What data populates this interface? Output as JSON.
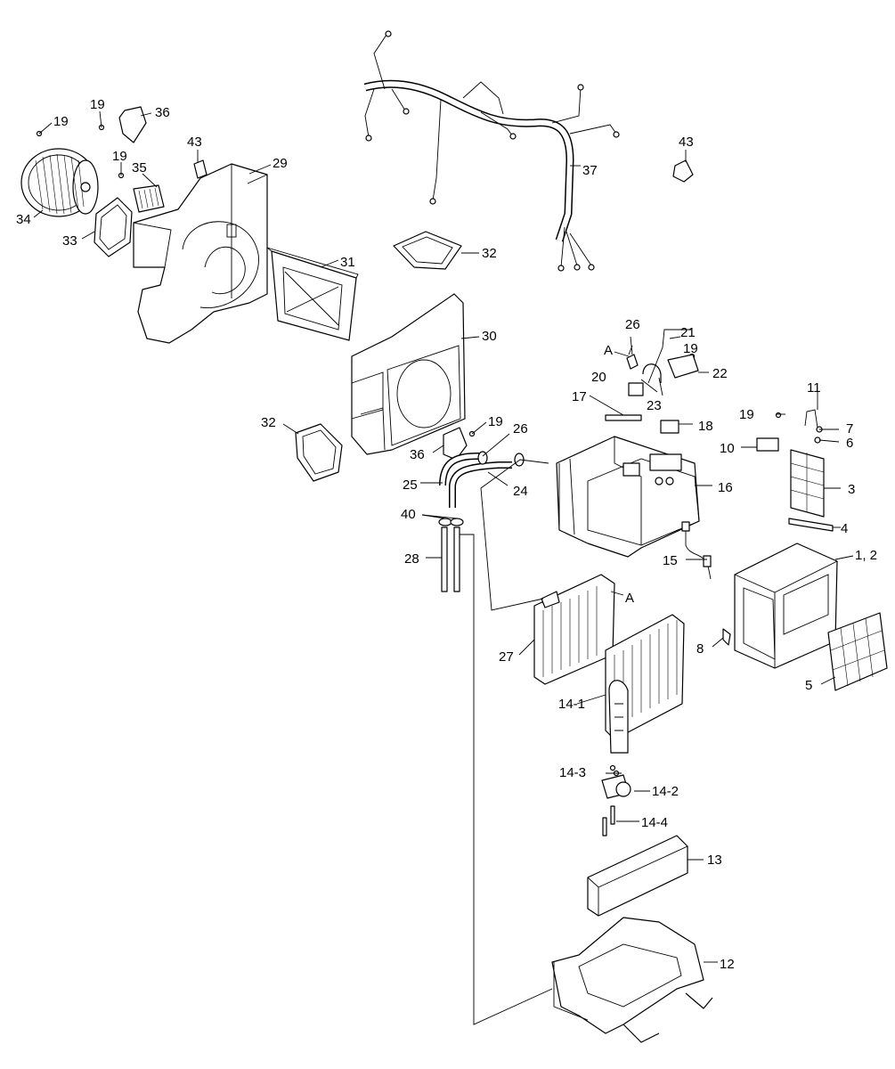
{
  "labels": {
    "p1_2": "1, 2",
    "p3": "3",
    "p4": "4",
    "p5": "5",
    "p6": "6",
    "p7": "7",
    "p8": "8",
    "p10": "10",
    "p11": "11",
    "p12": "12",
    "p13": "13",
    "p14_1": "14-1",
    "p14_2": "14-2",
    "p14_3": "14-3",
    "p14_4": "14-4",
    "p15": "15",
    "p16": "16",
    "p17": "17",
    "p18": "18",
    "p19_a": "19",
    "p19_b": "19",
    "p19_c": "19",
    "p19_d": "19",
    "p19_e": "19",
    "p20": "20",
    "p21": "21",
    "p22": "22",
    "p23": "23",
    "p24": "24",
    "p25": "25",
    "p26_a": "26",
    "p26_b": "26",
    "p27": "27",
    "p28": "28",
    "p29": "29",
    "p30": "30",
    "p31": "31",
    "p32_a": "32",
    "p32_b": "32",
    "p33": "33",
    "p34": "34",
    "p35": "35",
    "p36_a": "36",
    "p36_b": "36",
    "p37": "37",
    "p40": "40",
    "p43_a": "43",
    "p43_b": "43",
    "ref_a1": "A",
    "ref_a2": "A"
  }
}
